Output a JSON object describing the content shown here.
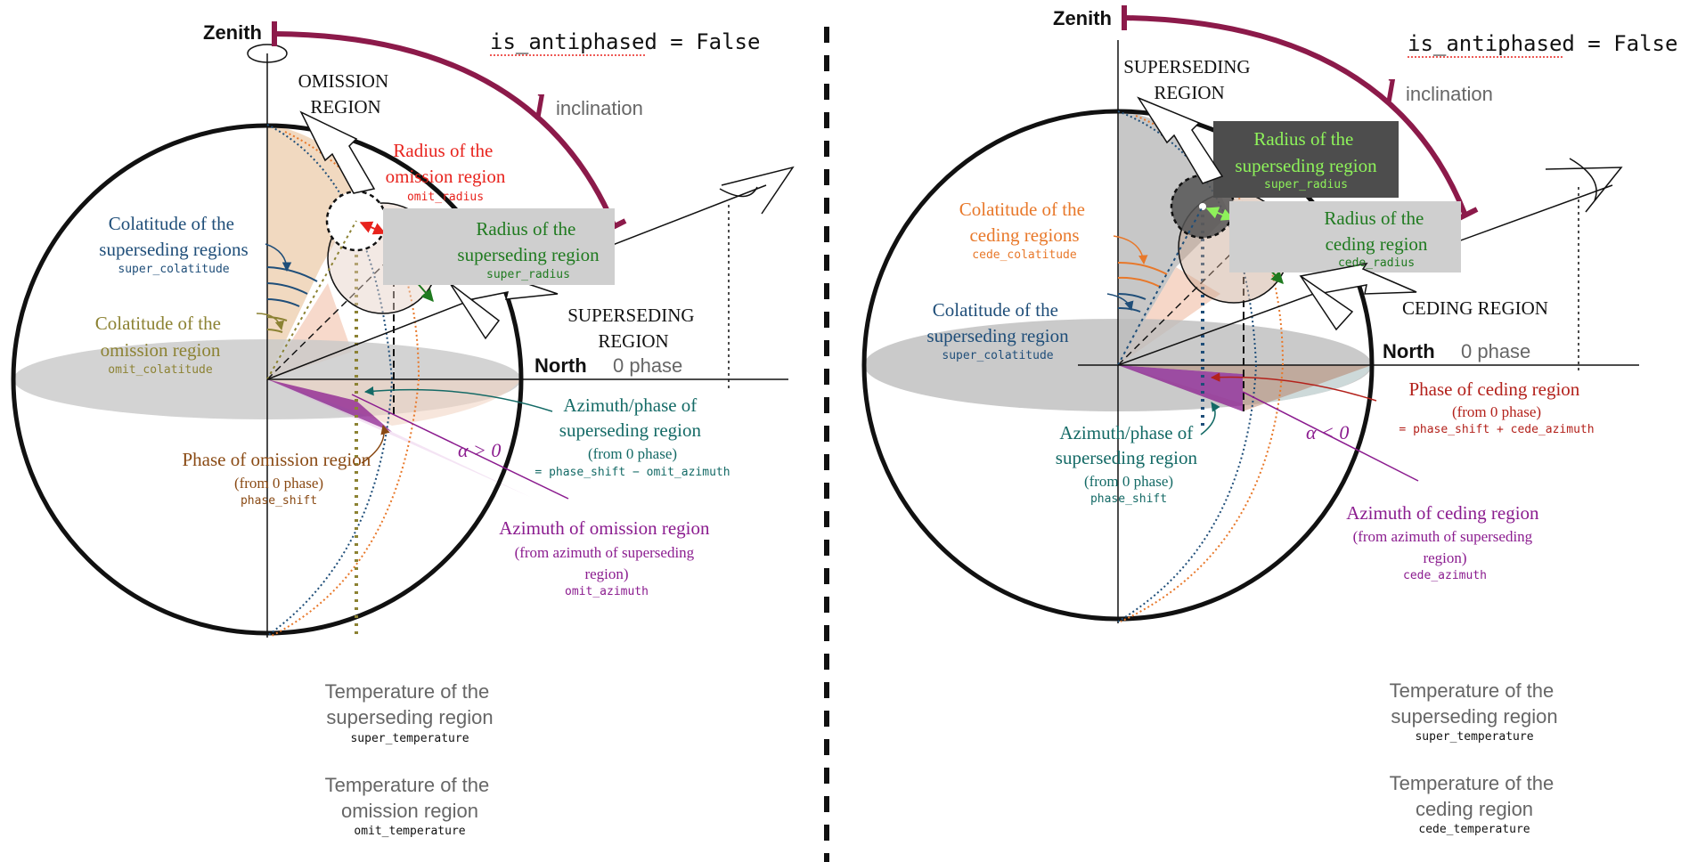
{
  "colors": {
    "red": "#e8231d",
    "green": "#1f7a1f",
    "lightgreen": "#8ef25a",
    "blue": "#1f4e79",
    "olive": "#8c8233",
    "orange": "#e8782a",
    "brown": "#8a4a14",
    "teal": "#146a66",
    "purple": "#8b1c8f",
    "maroon": "#8c1a4a",
    "darkred": "#b3211b",
    "gray": "#666666"
  },
  "left": {
    "zenith": "Zenith",
    "flag": {
      "name": "is_antiphased",
      "eq": " = ",
      "value": "False"
    },
    "inclination_symbol": "l",
    "inclination_label": "inclination",
    "region_top": [
      "OMISSION",
      "REGION"
    ],
    "radius_red": {
      "lines": [
        "Radius of the",
        "omission region"
      ],
      "code": "omit_radius"
    },
    "radius_green": {
      "lines": [
        "Radius of the",
        "superseding region"
      ],
      "code": "super_radius"
    },
    "colat_blue": {
      "lines": [
        "Colatitude of the",
        "superseding regions"
      ],
      "code": "super_colatitude"
    },
    "colat_olive": {
      "lines": [
        "Colatitude of the",
        "omission region"
      ],
      "code": "omit_colatitude"
    },
    "region_bottom": [
      "SUPERSEDING",
      "REGION"
    ],
    "north": "North",
    "zero_phase": "0 phase",
    "azimuth_teal": {
      "lines": [
        "Azimuth/phase of",
        "superseding region",
        "(from 0 phase)"
      ],
      "code": "= phase_shift − omit_azimuth"
    },
    "phase_brown": {
      "lines": [
        "Phase of omission region",
        "(from 0 phase)"
      ],
      "code": "phase_shift"
    },
    "alpha": "α > 0",
    "azimuth_purple": {
      "lines": [
        "Azimuth of omission region",
        "(from azimuth of superseding",
        "region)"
      ],
      "code": "omit_azimuth"
    },
    "temp1": {
      "lines": [
        "Temperature of the",
        "superseding region"
      ],
      "code": "super_temperature"
    },
    "temp2": {
      "lines": [
        "Temperature of the",
        "omission region"
      ],
      "code": "omit_temperature"
    }
  },
  "right": {
    "zenith": "Zenith",
    "flag": {
      "name": "is_antiphased",
      "eq": " = ",
      "value": "False"
    },
    "inclination_symbol": "l",
    "inclination_label": "inclination",
    "region_top": [
      "SUPERSEDING",
      "REGION"
    ],
    "radius_lightgreen": {
      "lines": [
        "Radius of the",
        "superseding region"
      ],
      "code": "super_radius"
    },
    "colat_orange": {
      "lines": [
        "Colatitude of the",
        "ceding regions"
      ],
      "code": "cede_colatitude"
    },
    "radius_green": {
      "lines": [
        "Radius of the",
        "ceding region"
      ],
      "code": "cede_radius"
    },
    "colat_blue": {
      "lines": [
        "Colatitude of the",
        "superseding region"
      ],
      "code": "super_colatitude"
    },
    "region_bottom": [
      "CEDING REGION"
    ],
    "north": "North",
    "zero_phase": "0 phase",
    "phase_darkred": {
      "lines": [
        "Phase of ceding region",
        "(from 0 phase)"
      ],
      "code": "= phase_shift + cede_azimuth"
    },
    "alpha": "α < 0",
    "azimuth_teal": {
      "lines": [
        "Azimuth/phase of",
        "superseding region",
        "(from 0 phase)"
      ],
      "code": "phase_shift"
    },
    "azimuth_purple": {
      "lines": [
        "Azimuth of ceding region",
        "(from azimuth of superseding",
        "region)"
      ],
      "code": "cede_azimuth"
    },
    "temp1": {
      "lines": [
        "Temperature of the",
        "superseding region"
      ],
      "code": "super_temperature"
    },
    "temp2": {
      "lines": [
        "Temperature of the",
        "ceding region"
      ],
      "code": "cede_temperature"
    }
  }
}
